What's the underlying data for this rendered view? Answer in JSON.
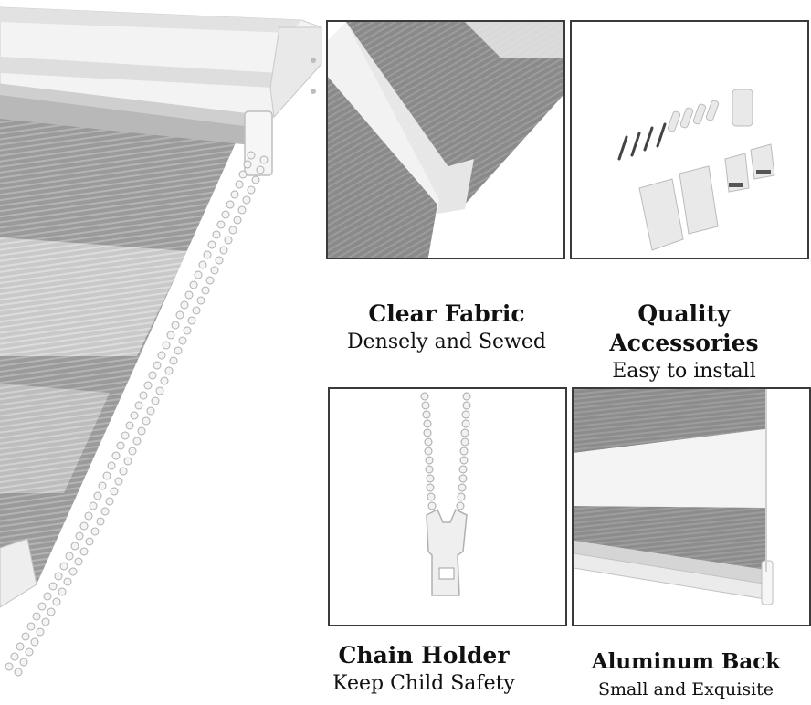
{
  "features": [
    {
      "title": "Clear Fabric",
      "subtitle": "Densely and Sewed"
    },
    {
      "title": "Quality Accessories",
      "subtitle": "Easy to install"
    },
    {
      "title": "Chain Holder",
      "subtitle": "Keep Child Safety"
    },
    {
      "title": "Aluminum Back",
      "subtitle": "Small and Exquisite"
    }
  ],
  "colors": {
    "fabric_gray": "#8c8c8c",
    "fabric_sheer": "#e4e4e4",
    "frame_white": "#f2f2f2",
    "panel_border": "#3a3a3a",
    "text": "#111111"
  }
}
